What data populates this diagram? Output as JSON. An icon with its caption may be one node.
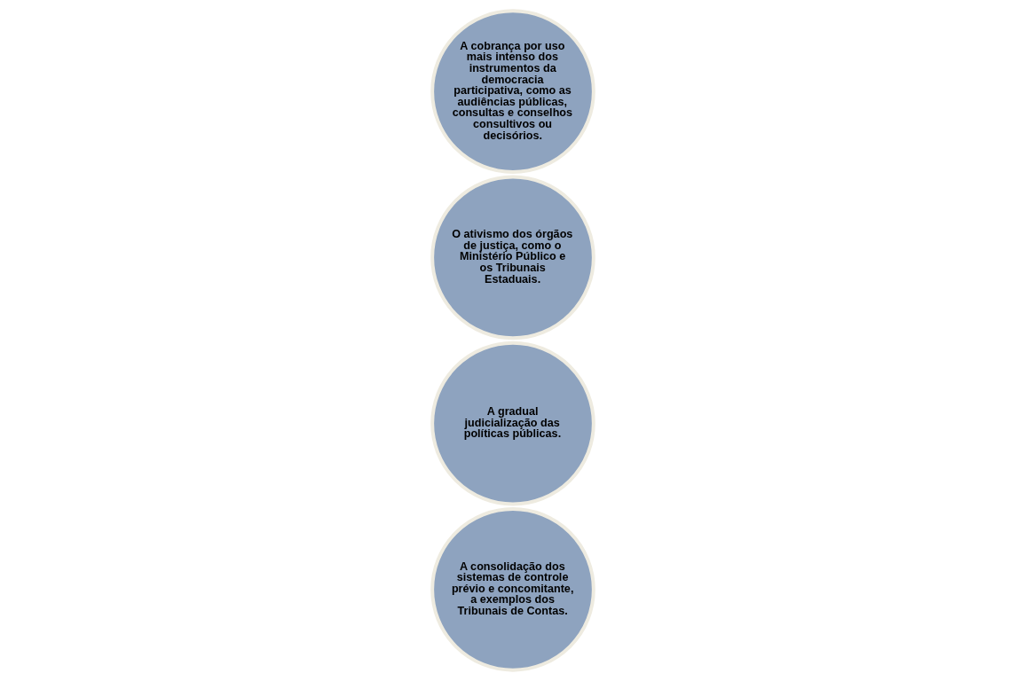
{
  "diagram": {
    "nodes": [
      {
        "text": [
          "A consolidação dos sistemas de controle prévio e concomitante, a exemplos dos Tribunais de Contas."
        ]
      },
      {
        "text": [
          "A gradual judicialização das políticas públicas."
        ]
      },
      {
        "text": [
          "O ativismo dos órgãos de justiça, como o Ministério Público e os Tribunais Estaduais."
        ]
      },
      {
        "text": [
          "A cobrança por uso mais intenso dos instrumentos da democracia participativa, como as audiências públicas, consultas e conselhos consultivos ou decisórios."
        ]
      }
    ]
  }
}
